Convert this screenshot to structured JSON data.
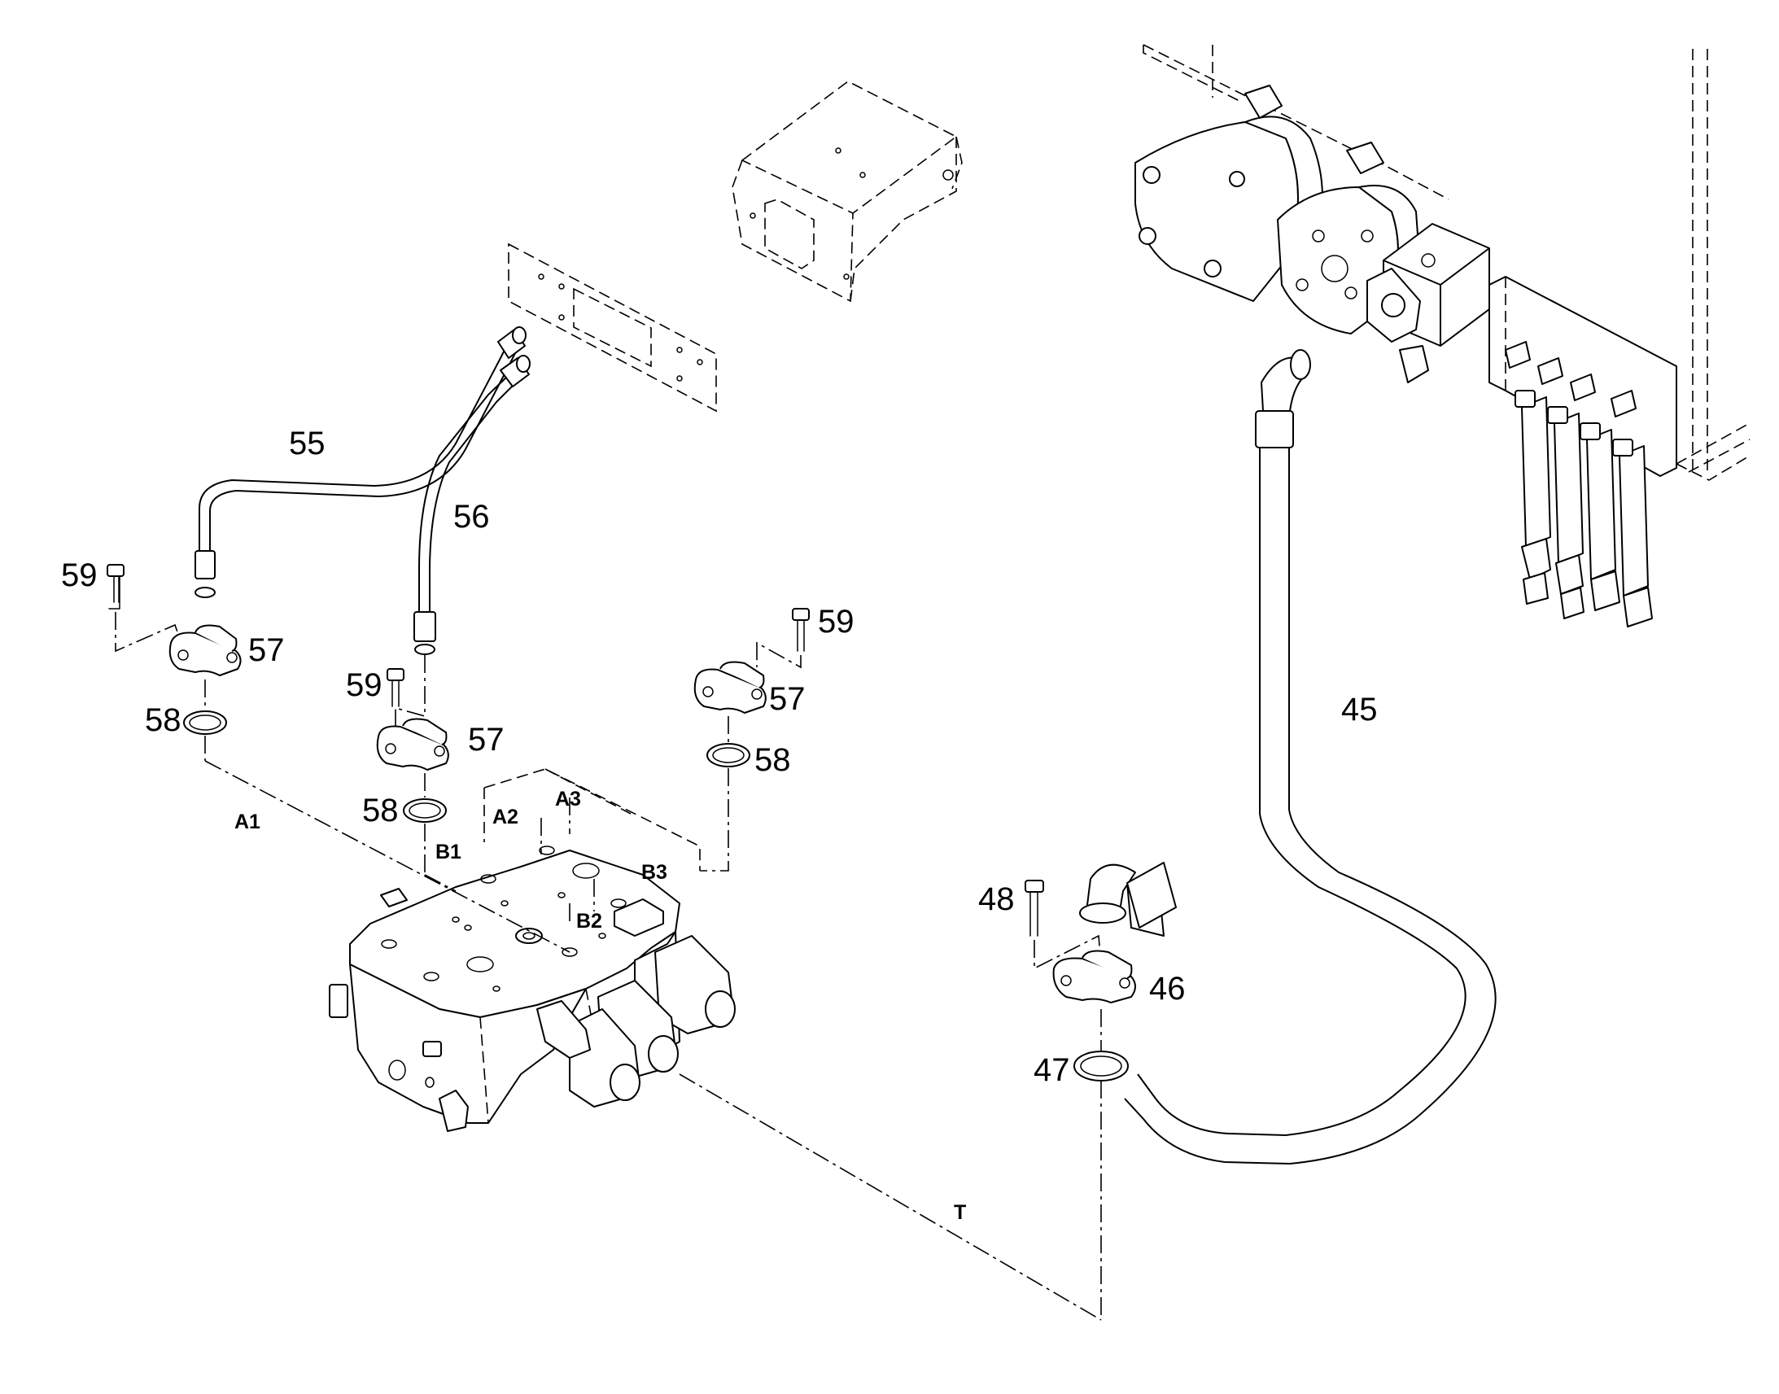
{
  "part_labels": [
    "55",
    "56",
    "59",
    "57",
    "59",
    "57",
    "58",
    "59",
    "57",
    "58",
    "58",
    "45",
    "48",
    "46",
    "47"
  ],
  "port_labels": [
    "A1",
    "A2",
    "A3",
    "B1",
    "B2",
    "B3",
    "T"
  ]
}
